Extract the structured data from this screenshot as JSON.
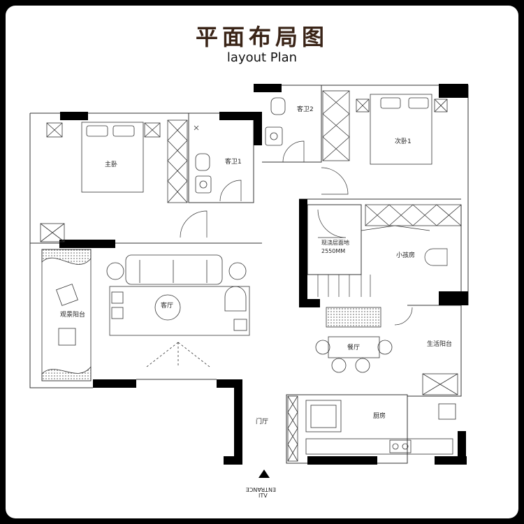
{
  "header": {
    "title_cn": "平面布局图",
    "title_en": "layout Plan"
  },
  "rooms": {
    "master_bedroom": "主卧",
    "guest_bath_1": "客卫1",
    "guest_bath_2": "客卫2",
    "second_bedroom": "次卧1",
    "mezzanine": "现浇层面地",
    "mezzanine_area": "2550MM",
    "kids_room": "小孩房",
    "living_room": "客厅",
    "view_balcony": "观景阳台",
    "dining_room": "餐厅",
    "service_balcony": "生活阳台",
    "kitchen": "厨房",
    "foyer": "门厅",
    "entrance_mirrored": "ENTRANCE",
    "entrance_small": "ITV"
  }
}
